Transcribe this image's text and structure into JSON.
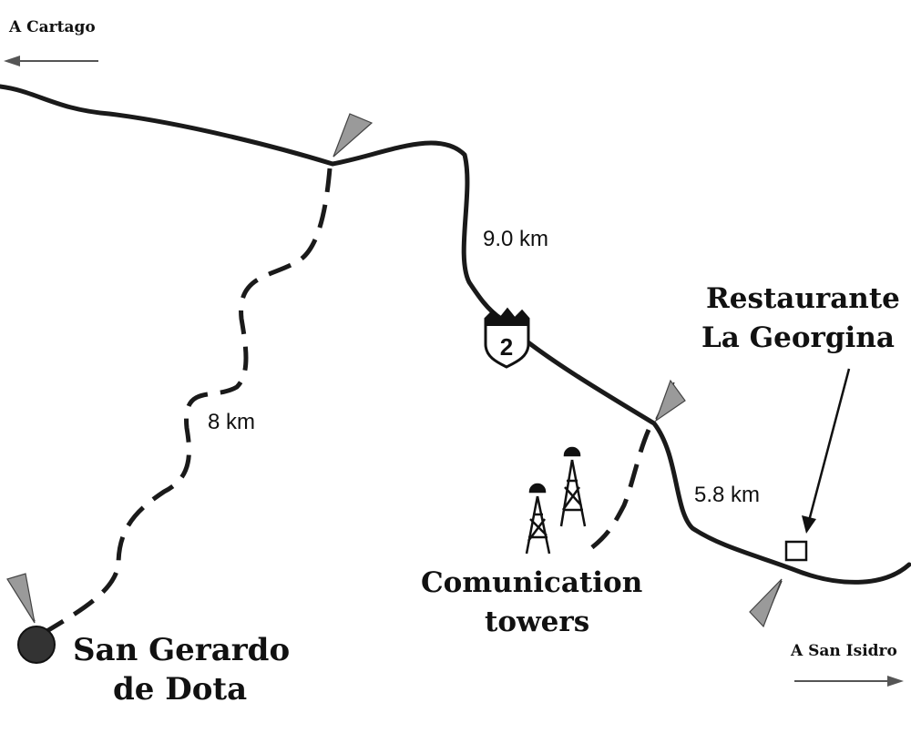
{
  "directions": {
    "cartago": "A Cartago",
    "san_isidro": "A San Isidro"
  },
  "distances": {
    "main_road": "9.0 km",
    "trail": "8 km",
    "restaurant_road": "5.8 km"
  },
  "places": {
    "town_line1": "San Gerardo",
    "town_line2": "de Dota",
    "restaurant_line1": "Restaurante",
    "restaurant_line2": "La Georgina",
    "towers_line1": "Comunication",
    "towers_line2": "towers"
  },
  "highway": {
    "number": "2"
  },
  "icons": [
    "arrow-left-icon",
    "arrow-right-icon",
    "flag-icon",
    "highway-shield-icon",
    "radio-tower-icon",
    "restaurant-marker-icon",
    "town-marker-icon"
  ]
}
